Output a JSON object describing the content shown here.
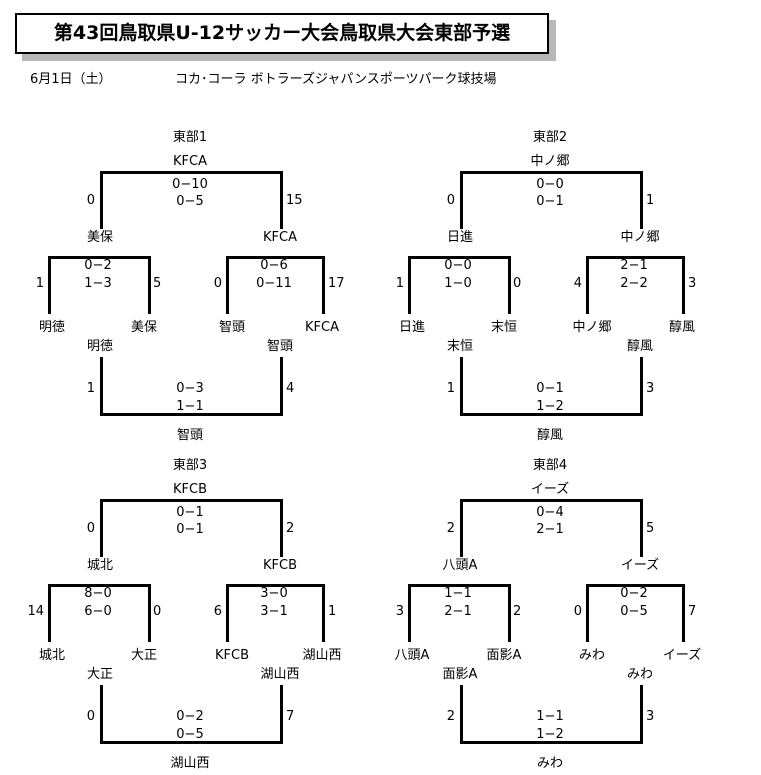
{
  "header": {
    "title": "第43回鳥取県U-12サッカー大会鳥取県大会東部予選",
    "date": "6月1日（土）",
    "venue": "コカ･コーラ ボトラーズジャパンスポーツパーク球技場"
  },
  "blocks": [
    {
      "name": "東部1",
      "winner": "KFCA",
      "final": {
        "left_team": "美保",
        "right_team": "KFCA",
        "left_total": "0",
        "right_total": "15",
        "score_1h": "0−10",
        "score_2h": "0−5"
      },
      "semi_left": {
        "team_a": "明徳",
        "team_b": "美保",
        "total_a": "1",
        "total_b": "5",
        "score_1h": "0−2",
        "score_2h": "1−3"
      },
      "semi_right": {
        "team_a": "智頭",
        "team_b": "KFCA",
        "total_a": "0",
        "total_b": "17",
        "score_1h": "0−6",
        "score_2h": "0−11"
      },
      "third": {
        "left_team": "明徳",
        "right_team": "智頭",
        "left_total": "1",
        "right_total": "4",
        "score_1h": "0−3",
        "score_2h": "1−1",
        "winner": "智頭"
      }
    },
    {
      "name": "東部2",
      "winner": "中ノ郷",
      "final": {
        "left_team": "日進",
        "right_team": "中ノ郷",
        "left_total": "0",
        "right_total": "1",
        "score_1h": "0−0",
        "score_2h": "0−1"
      },
      "semi_left": {
        "team_a": "日進",
        "team_b": "末恒",
        "total_a": "1",
        "total_b": "0",
        "score_1h": "0−0",
        "score_2h": "1−0"
      },
      "semi_right": {
        "team_a": "中ノ郷",
        "team_b": "醇風",
        "total_a": "4",
        "total_b": "3",
        "score_1h": "2−1",
        "score_2h": "2−2"
      },
      "third": {
        "left_team": "末恒",
        "right_team": "醇風",
        "left_total": "1",
        "right_total": "3",
        "score_1h": "0−1",
        "score_2h": "1−2",
        "winner": "醇風"
      }
    },
    {
      "name": "東部3",
      "winner": "KFCB",
      "final": {
        "left_team": "城北",
        "right_team": "KFCB",
        "left_total": "0",
        "right_total": "2",
        "score_1h": "0−1",
        "score_2h": "0−1"
      },
      "semi_left": {
        "team_a": "城北",
        "team_b": "大正",
        "total_a": "14",
        "total_b": "0",
        "score_1h": "8−0",
        "score_2h": "6−0"
      },
      "semi_right": {
        "team_a": "KFCB",
        "team_b": "湖山西",
        "total_a": "6",
        "total_b": "1",
        "score_1h": "3−0",
        "score_2h": "3−1"
      },
      "third": {
        "left_team": "大正",
        "right_team": "湖山西",
        "left_total": "0",
        "right_total": "7",
        "score_1h": "0−2",
        "score_2h": "0−5",
        "winner": "湖山西"
      }
    },
    {
      "name": "東部4",
      "winner": "イーズ",
      "final": {
        "left_team": "八頭A",
        "right_team": "イーズ",
        "left_total": "2",
        "right_total": "5",
        "score_1h": "0−4",
        "score_2h": "2−1"
      },
      "semi_left": {
        "team_a": "八頭A",
        "team_b": "面影A",
        "total_a": "3",
        "total_b": "2",
        "score_1h": "1−1",
        "score_2h": "2−1"
      },
      "semi_right": {
        "team_a": "みわ",
        "team_b": "イーズ",
        "total_a": "0",
        "total_b": "7",
        "score_1h": "0−2",
        "score_2h": "0−5"
      },
      "third": {
        "left_team": "面影A",
        "right_team": "みわ",
        "left_total": "2",
        "right_total": "3",
        "score_1h": "1−1",
        "score_2h": "1−2",
        "winner": "みわ"
      }
    }
  ]
}
